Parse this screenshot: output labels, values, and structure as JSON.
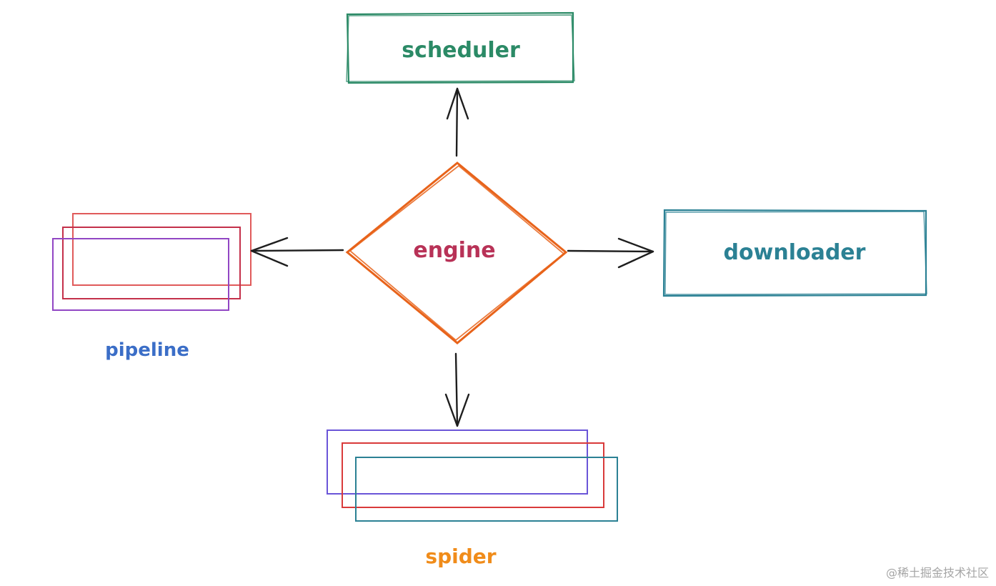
{
  "nodes": {
    "scheduler": {
      "label": "scheduler"
    },
    "engine": {
      "label": "engine"
    },
    "downloader": {
      "label": "downloader"
    },
    "pipeline": {
      "label": "pipeline"
    },
    "spider": {
      "label": "spider"
    }
  },
  "watermark": "@稀土掘金技术社区",
  "colors": {
    "scheduler": "#2b8a66",
    "engine_shape": "#e8631a",
    "engine_text": "#b83257",
    "downloader": "#2b8194",
    "pipeline_label": "#3b6ec7",
    "pipeline_box_red": "#e05a5a",
    "pipeline_box_crimson": "#c4304a",
    "pipeline_box_purple": "#9146c4",
    "spider_label": "#f08c1a",
    "spider_box_blue": "#6a55d8",
    "spider_box_red": "#d93a3a",
    "spider_box_teal": "#2b8194",
    "arrow": "#1e1e1e"
  }
}
